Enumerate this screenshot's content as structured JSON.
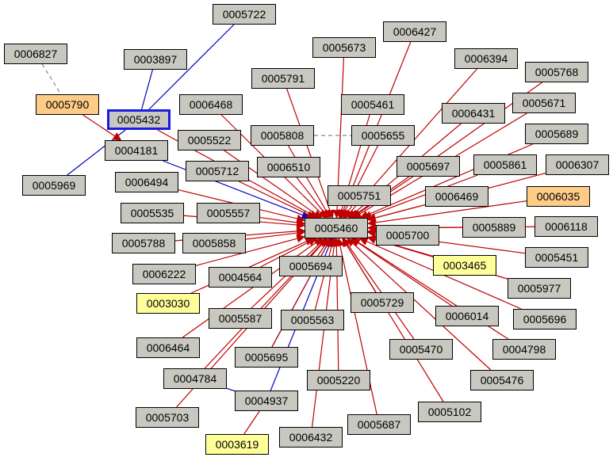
{
  "colors": {
    "node_default": "#c8c8c0",
    "node_orange": "#ffcc88",
    "node_yellow": "#ffff99",
    "edge_red": "#c00000",
    "edge_blue": "#0000c0",
    "edge_dashed": "#888888",
    "selected_border": "#1a1ae6"
  },
  "nodes": {
    "n5460": {
      "id": "0005460",
      "style": "hub"
    },
    "n5432": {
      "id": "0005432",
      "style": "selected"
    },
    "n5722": {
      "id": "0005722",
      "style": "default"
    },
    "n6827": {
      "id": "0006827",
      "style": "default"
    },
    "n3897": {
      "id": "0003897",
      "style": "default"
    },
    "n5790": {
      "id": "0005790",
      "style": "orange"
    },
    "n5969": {
      "id": "0005969",
      "style": "default"
    },
    "n4181": {
      "id": "0004181",
      "style": "default"
    },
    "n6468": {
      "id": "0006468",
      "style": "default"
    },
    "n5522": {
      "id": "0005522",
      "style": "default"
    },
    "n5712": {
      "id": "0005712",
      "style": "default"
    },
    "n6494": {
      "id": "0006494",
      "style": "default"
    },
    "n5535": {
      "id": "0005535",
      "style": "default"
    },
    "n5557": {
      "id": "0005557",
      "style": "default"
    },
    "n5788": {
      "id": "0005788",
      "style": "default"
    },
    "n5858": {
      "id": "0005858",
      "style": "default"
    },
    "n6222": {
      "id": "0006222",
      "style": "default"
    },
    "n4564": {
      "id": "0004564",
      "style": "default"
    },
    "n3030": {
      "id": "0003030",
      "style": "yellow"
    },
    "n5587": {
      "id": "0005587",
      "style": "default"
    },
    "n6464": {
      "id": "0006464",
      "style": "default"
    },
    "n4784": {
      "id": "0004784",
      "style": "default"
    },
    "n5703": {
      "id": "0005703",
      "style": "default"
    },
    "n3619": {
      "id": "0003619",
      "style": "yellow"
    },
    "n4937": {
      "id": "0004937",
      "style": "default"
    },
    "n5695": {
      "id": "0005695",
      "style": "default"
    },
    "n6432": {
      "id": "0006432",
      "style": "default"
    },
    "n5220": {
      "id": "0005220",
      "style": "default"
    },
    "n5563": {
      "id": "0005563",
      "style": "default"
    },
    "n5694": {
      "id": "0005694",
      "style": "default"
    },
    "n5687": {
      "id": "0005687",
      "style": "default"
    },
    "n5729": {
      "id": "0005729",
      "style": "default"
    },
    "n5470": {
      "id": "0005470",
      "style": "default"
    },
    "n5102": {
      "id": "0005102",
      "style": "default"
    },
    "n6014": {
      "id": "0006014",
      "style": "default"
    },
    "n5476": {
      "id": "0005476",
      "style": "default"
    },
    "n4798": {
      "id": "0004798",
      "style": "default"
    },
    "n5696": {
      "id": "0005696",
      "style": "default"
    },
    "n5977": {
      "id": "0005977",
      "style": "default"
    },
    "n3465": {
      "id": "0003465",
      "style": "yellow"
    },
    "n5451": {
      "id": "0005451",
      "style": "default"
    },
    "n5700": {
      "id": "0005700",
      "style": "default"
    },
    "n5889": {
      "id": "0005889",
      "style": "default"
    },
    "n6118": {
      "id": "0006118",
      "style": "default"
    },
    "n6035": {
      "id": "0006035",
      "style": "orange"
    },
    "n6469": {
      "id": "0006469",
      "style": "default"
    },
    "n6307": {
      "id": "0006307",
      "style": "default"
    },
    "n5861": {
      "id": "0005861",
      "style": "default"
    },
    "n5697": {
      "id": "0005697",
      "style": "default"
    },
    "n5689": {
      "id": "0005689",
      "style": "default"
    },
    "n5671": {
      "id": "0005671",
      "style": "default"
    },
    "n6431": {
      "id": "0006431",
      "style": "default"
    },
    "n5768": {
      "id": "0005768",
      "style": "default"
    },
    "n6394": {
      "id": "0006394",
      "style": "default"
    },
    "n6427": {
      "id": "0006427",
      "style": "default"
    },
    "n5673": {
      "id": "0005673",
      "style": "default"
    },
    "n5791": {
      "id": "0005791",
      "style": "default"
    },
    "n5461": {
      "id": "0005461",
      "style": "default"
    },
    "n5808": {
      "id": "0005808",
      "style": "default"
    },
    "n5655": {
      "id": "0005655",
      "style": "default"
    },
    "n6510": {
      "id": "0006510",
      "style": "default"
    },
    "n5751": {
      "id": "0005751",
      "style": "default"
    }
  },
  "edges": [
    {
      "from": "n5722",
      "to": "n5432",
      "type": "blue"
    },
    {
      "from": "n3897",
      "to": "n5432",
      "type": "blue"
    },
    {
      "from": "n5969",
      "to": "n5432",
      "type": "blue"
    },
    {
      "from": "n6827",
      "to": "n5790",
      "type": "dashed"
    },
    {
      "from": "n5790",
      "to": "n4181",
      "type": "red",
      "arrow": true
    },
    {
      "from": "n5808",
      "to": "n5655",
      "type": "dashed"
    },
    {
      "from": "n4181",
      "to": "n5460",
      "type": "blue",
      "arrow": true
    },
    {
      "from": "n4937",
      "to": "n5460",
      "type": "blue",
      "arrow": true
    },
    {
      "from": "n5695",
      "to": "n5460",
      "type": "blue",
      "arrow": true
    },
    {
      "from": "n4784",
      "to": "n4937",
      "type": "blue"
    },
    {
      "from": "n4937",
      "to": "n3619",
      "type": "red"
    },
    {
      "from": "n5432",
      "to": "n5460",
      "type": "red",
      "arrow": true
    },
    {
      "from": "n6468",
      "to": "n5460",
      "type": "red",
      "arrow": true
    },
    {
      "from": "n5522",
      "to": "n5460",
      "type": "red",
      "arrow": true
    },
    {
      "from": "n5712",
      "to": "n5460",
      "type": "red",
      "arrow": true
    },
    {
      "from": "n6494",
      "to": "n5460",
      "type": "red",
      "arrow": true
    },
    {
      "from": "n5535",
      "to": "n5460",
      "type": "red",
      "arrow": true
    },
    {
      "from": "n5557",
      "to": "n5460",
      "type": "red",
      "arrow": true
    },
    {
      "from": "n5788",
      "to": "n5460",
      "type": "red",
      "arrow": true
    },
    {
      "from": "n5858",
      "to": "n5460",
      "type": "red",
      "arrow": true
    },
    {
      "from": "n6222",
      "to": "n5460",
      "type": "red",
      "arrow": true
    },
    {
      "from": "n4564",
      "to": "n5460",
      "type": "red",
      "arrow": true
    },
    {
      "from": "n3030",
      "to": "n5460",
      "type": "red",
      "arrow": true
    },
    {
      "from": "n5587",
      "to": "n5460",
      "type": "red",
      "arrow": true
    },
    {
      "from": "n6464",
      "to": "n5460",
      "type": "red",
      "arrow": true
    },
    {
      "from": "n4784",
      "to": "n5460",
      "type": "red",
      "arrow": true
    },
    {
      "from": "n5703",
      "to": "n5460",
      "type": "red",
      "arrow": true
    },
    {
      "from": "n6432",
      "to": "n5460",
      "type": "red",
      "arrow": true
    },
    {
      "from": "n5220",
      "to": "n5460",
      "type": "red",
      "arrow": true
    },
    {
      "from": "n5563",
      "to": "n5460",
      "type": "red",
      "arrow": true
    },
    {
      "from": "n5694",
      "to": "n5460",
      "type": "red",
      "arrow": true
    },
    {
      "from": "n5687",
      "to": "n5460",
      "type": "red",
      "arrow": true
    },
    {
      "from": "n5729",
      "to": "n5460",
      "type": "red",
      "arrow": true
    },
    {
      "from": "n5470",
      "to": "n5460",
      "type": "red",
      "arrow": true
    },
    {
      "from": "n5102",
      "to": "n5460",
      "type": "red",
      "arrow": true
    },
    {
      "from": "n6014",
      "to": "n5460",
      "type": "red",
      "arrow": true
    },
    {
      "from": "n5476",
      "to": "n5460",
      "type": "red",
      "arrow": true
    },
    {
      "from": "n4798",
      "to": "n5460",
      "type": "red",
      "arrow": true
    },
    {
      "from": "n5696",
      "to": "n5460",
      "type": "red",
      "arrow": true
    },
    {
      "from": "n5977",
      "to": "n5460",
      "type": "red",
      "arrow": true
    },
    {
      "from": "n3465",
      "to": "n5460",
      "type": "red",
      "arrow": true
    },
    {
      "from": "n5451",
      "to": "n5460",
      "type": "red",
      "arrow": true
    },
    {
      "from": "n5700",
      "to": "n5460",
      "type": "red",
      "arrow": true
    },
    {
      "from": "n5889",
      "to": "n5460",
      "type": "red",
      "arrow": true
    },
    {
      "from": "n6118",
      "to": "n5460",
      "type": "red",
      "arrow": true
    },
    {
      "from": "n6035",
      "to": "n5460",
      "type": "red",
      "arrow": true
    },
    {
      "from": "n6469",
      "to": "n5460",
      "type": "red",
      "arrow": true
    },
    {
      "from": "n6307",
      "to": "n5460",
      "type": "red",
      "arrow": true
    },
    {
      "from": "n5861",
      "to": "n5460",
      "type": "red",
      "arrow": true
    },
    {
      "from": "n5697",
      "to": "n5460",
      "type": "red",
      "arrow": true
    },
    {
      "from": "n5689",
      "to": "n5460",
      "type": "red",
      "arrow": true
    },
    {
      "from": "n5671",
      "to": "n5460",
      "type": "red",
      "arrow": true
    },
    {
      "from": "n6431",
      "to": "n5460",
      "type": "red",
      "arrow": true
    },
    {
      "from": "n5768",
      "to": "n5460",
      "type": "red",
      "arrow": true
    },
    {
      "from": "n6394",
      "to": "n5460",
      "type": "red",
      "arrow": true
    },
    {
      "from": "n6427",
      "to": "n5460",
      "type": "red",
      "arrow": true
    },
    {
      "from": "n5673",
      "to": "n5460",
      "type": "red",
      "arrow": true
    },
    {
      "from": "n5791",
      "to": "n5460",
      "type": "red",
      "arrow": true
    },
    {
      "from": "n5461",
      "to": "n5460",
      "type": "red",
      "arrow": true
    },
    {
      "from": "n5808",
      "to": "n5460",
      "type": "red",
      "arrow": true
    },
    {
      "from": "n5655",
      "to": "n5460",
      "type": "red",
      "arrow": true
    },
    {
      "from": "n6510",
      "to": "n5460",
      "type": "red",
      "arrow": true
    },
    {
      "from": "n5751",
      "to": "n5460",
      "type": "red",
      "arrow": true
    },
    {
      "from": "n5695",
      "to": "n5460",
      "type": "red",
      "arrow": true
    }
  ]
}
